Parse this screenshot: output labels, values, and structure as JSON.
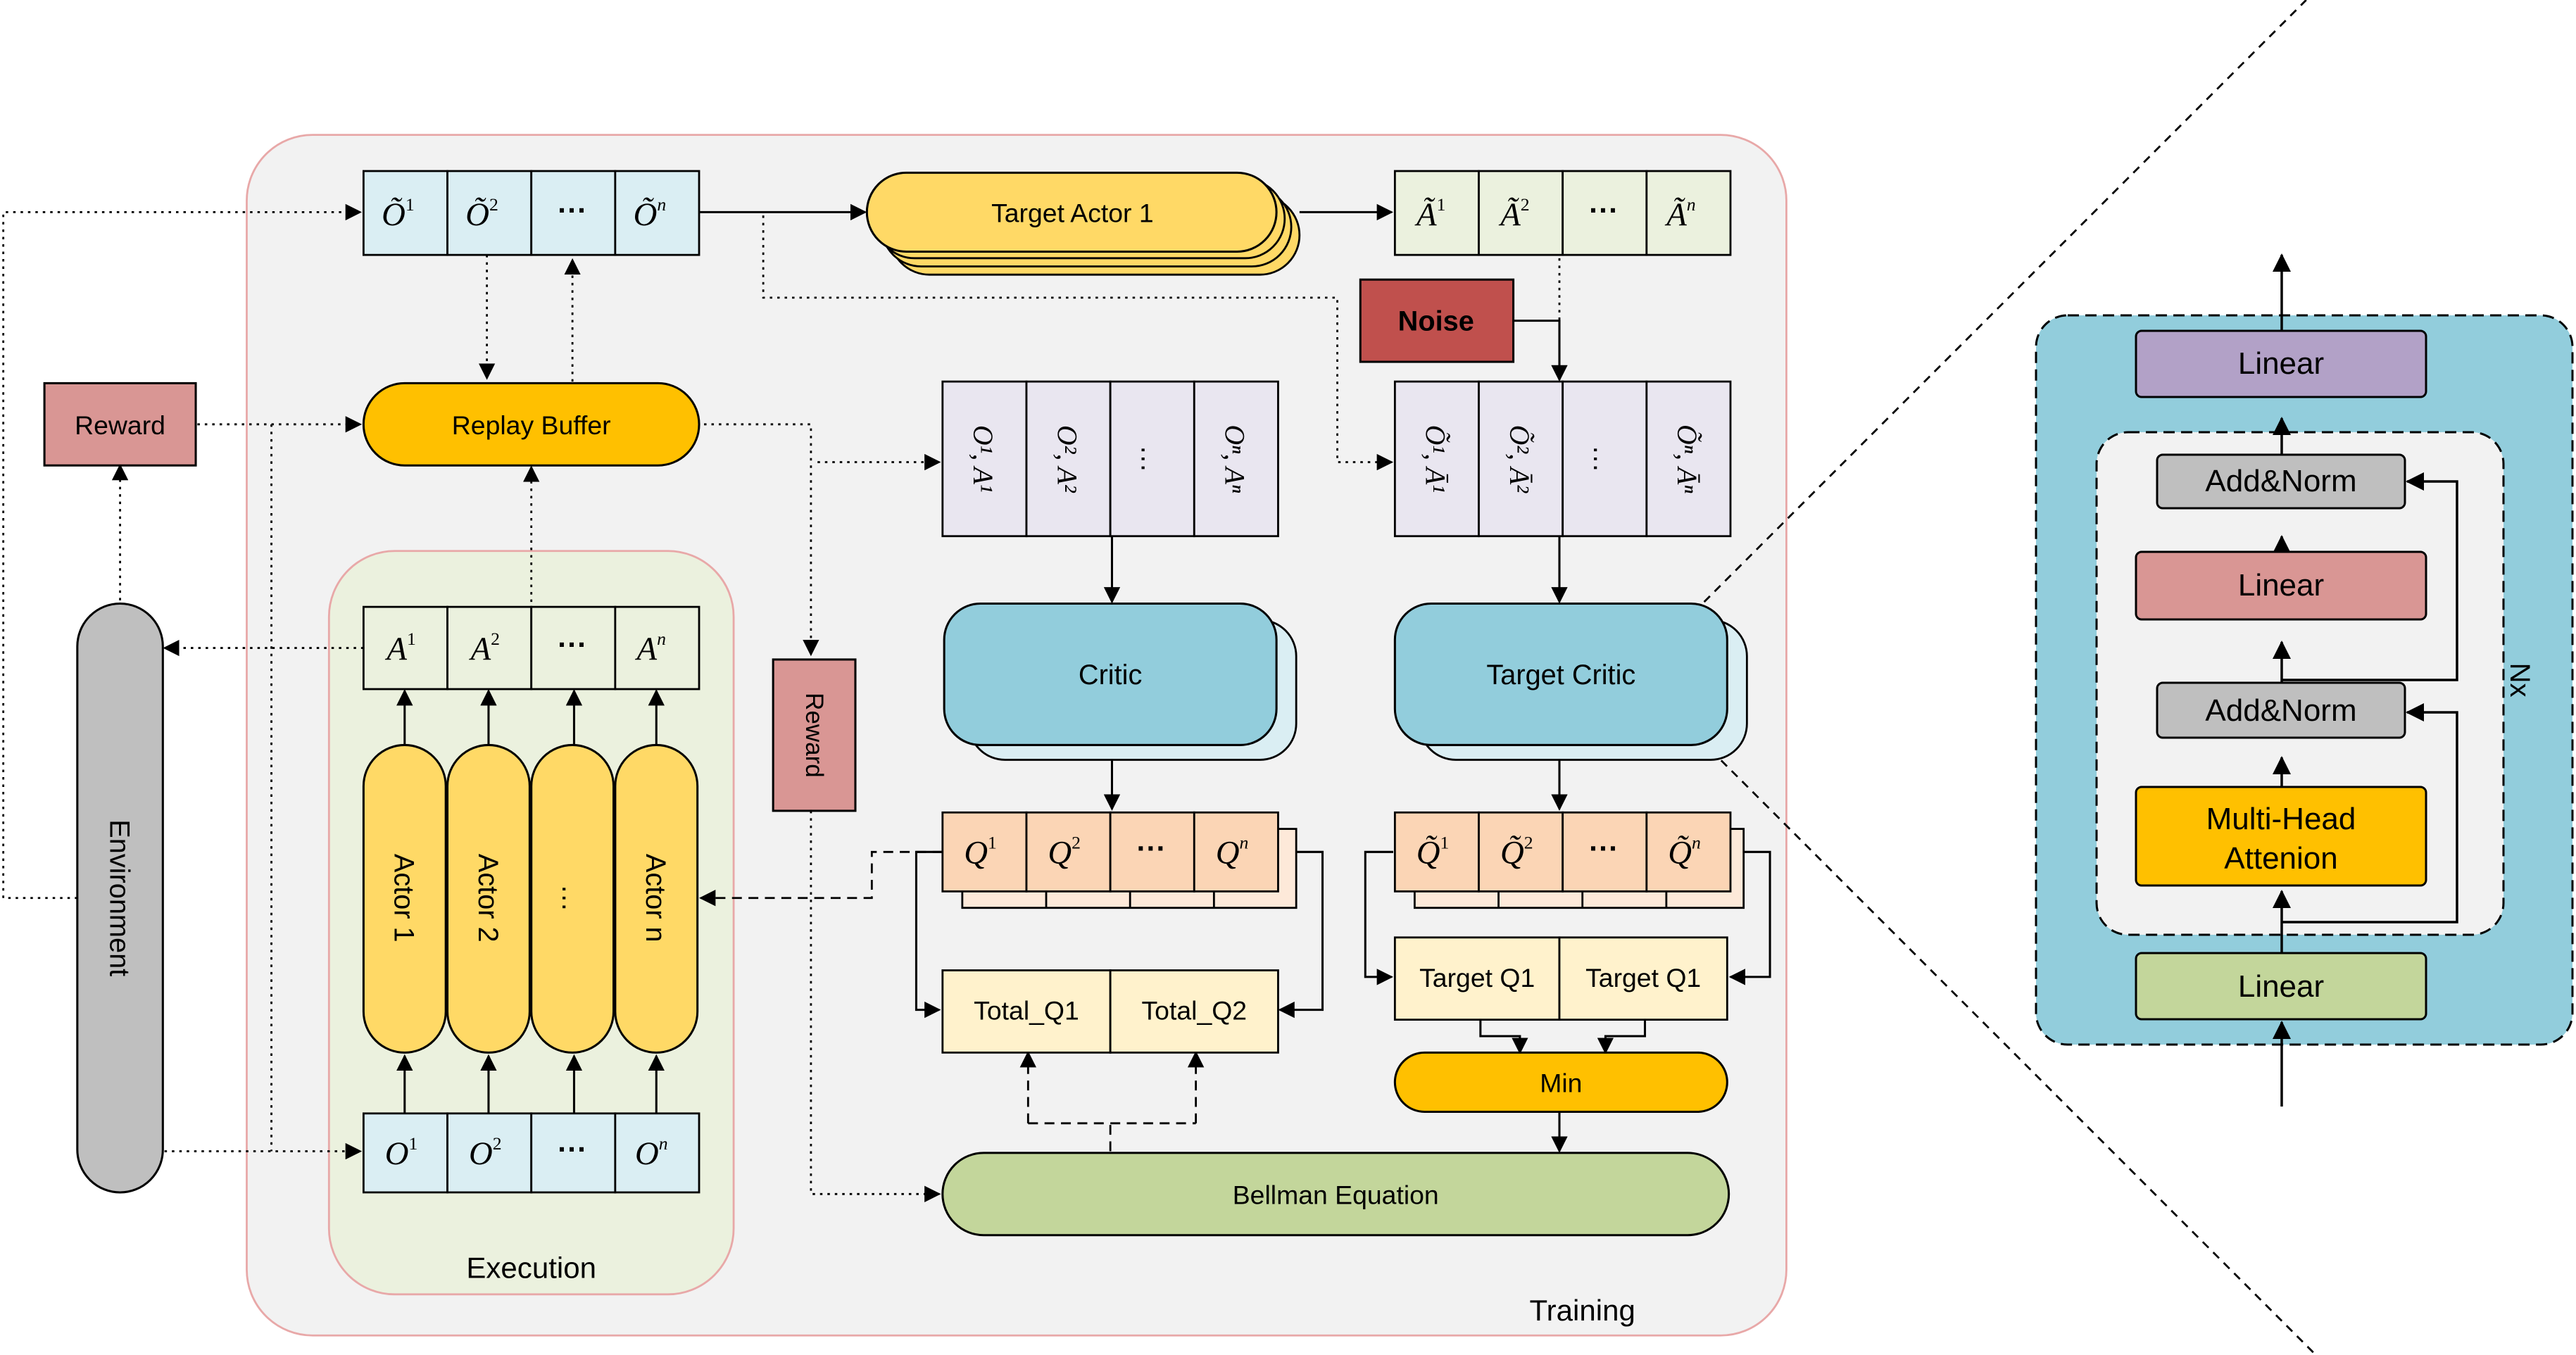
{
  "labels": {
    "reward_left": "Reward",
    "replay_buffer": "Replay Buffer",
    "reward_vertical": "Reward",
    "environment": "Environment",
    "execution": "Execution",
    "training": "Training",
    "target_actor": "Target Actor 1",
    "noise": "Noise",
    "critic": "Critic",
    "target_critic": "Target Critic",
    "total_q1": "Total_Q1",
    "total_q2": "Total_Q2",
    "target_q1_a": "Target Q1",
    "target_q1_b": "Target Q1",
    "min": "Min",
    "bellman": "Bellman Equation",
    "actor_1": "Actor 1",
    "actor_2": "Actor 2",
    "actor_dots": "…",
    "actor_n": "Actor n",
    "ellipsis": "···"
  },
  "symbols": {
    "obs_tilde": [
      "Õ",
      "Õ",
      "Õ"
    ],
    "obs": [
      "O",
      "O",
      "O"
    ],
    "act": [
      "A",
      "A",
      "A"
    ],
    "act_tilde": [
      "Ã",
      "Ã",
      "Ã"
    ],
    "q": [
      "Q",
      "Q",
      "Q"
    ],
    "q_tilde": [
      "Q̃",
      "Q̃",
      "Q̃"
    ],
    "sup": [
      "1",
      "2",
      "n"
    ]
  },
  "joint_cells": {
    "critic_input": [
      "O¹, A¹",
      "O², A²",
      "…",
      "Oⁿ, Aⁿ"
    ],
    "target_input": [
      "Õ¹, Ā¹",
      "Õ², Ā²",
      "…",
      "Õⁿ, Āⁿ"
    ]
  },
  "transformer": {
    "linear_top": "Linear",
    "add_norm_top": "Add&Norm",
    "linear_mid": "Linear",
    "add_norm_bottom": "Add&Norm",
    "multi_head_line1": "Multi-Head",
    "multi_head_line2": "Attenion",
    "linear_bottom": "Linear",
    "repeat": "Nx"
  },
  "colors": {
    "training_bg": "#F2F2F2",
    "training_border": "#E8A8A8",
    "execution_bg": "#EBF1DE",
    "obs_cell": "#DAEEF3",
    "act_cell": "#EBF1DE",
    "joint_cell": "#E9E6F0",
    "q_cell": "#FBD5B5",
    "total_cell": "#FFF2CC",
    "actor": "#FFD966",
    "replay": "#FFC000",
    "reward": "#D99694",
    "noise": "#C0504D",
    "critic": "#92CDDC",
    "bellman": "#C3D69B",
    "environment": "#BFBFBF",
    "panel": "#92CDDC",
    "linear_purple": "#B2A1C7",
    "add_norm": "#BFBFBF",
    "linear_pink": "#D99694",
    "attention": "#FFC000",
    "linear_green": "#C3D69B"
  }
}
